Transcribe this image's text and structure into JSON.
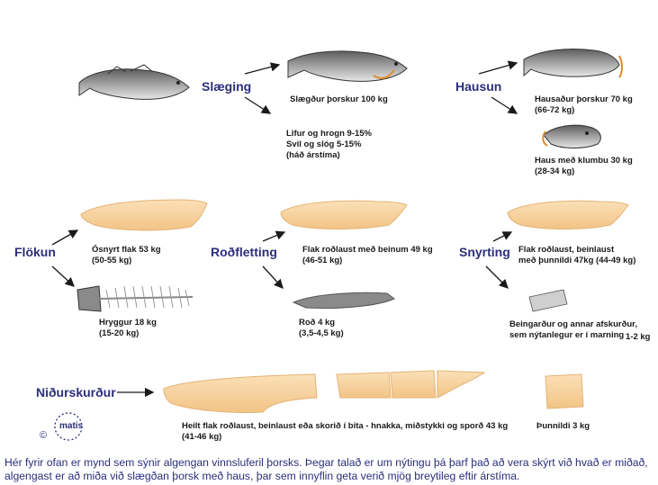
{
  "stages": {
    "slaeging": "Slæging",
    "hausun": "Hausun",
    "flokun": "Flökun",
    "rodfletting": "Roðfletting",
    "snyrting": "Snyrting",
    "nidurskurdur": "Niðurskurður"
  },
  "labels": {
    "slaegdur": "Slægður þorskur 100 kg",
    "lifur": "Lifur og hrogn 9-15%",
    "svil": "Svil og slóg 5-15%",
    "arstima": "(háð árstíma)",
    "hausadur": "Hausaður þorskur 70 kg",
    "hausadur_range": "(66-72 kg)",
    "haus": "Haus með klumbu 30 kg",
    "haus_range": "(28-34 kg)",
    "osnyrt": "Ósnyrt flak 53 kg",
    "osnyrt_range": "(50-55 kg)",
    "hryggur": "Hryggur 18 kg",
    "hryggur_range": "(15-20 kg)",
    "flak_beinum": "Flak roðlaust með beinum 49 kg",
    "flak_beinum_range": "(46-51 kg)",
    "rod": "Roð 4 kg",
    "rod_range": "(3,5-4,5 kg)",
    "flak_beinlaust": "Flak roðlaust, beinlaust",
    "flak_beinlaust_2": "með þunnildi 47kg (44-49 kg)",
    "beingardur": "Beingarður og annar afskurður,",
    "beingardur_2": "sem nýtanlegur er í marning",
    "beingardur_amt": "1-2 kg",
    "heilt_flak": "Heilt flak roðlaust, beinlaust eða skorið í bita - hnakka, miðstykki og sporð 43 kg",
    "heilt_flak_range": "(41-46 kg)",
    "thunnildi": "Þunnildi 3 kg"
  },
  "logo": {
    "copyright": "©",
    "name": "matis"
  },
  "caption": "Hér fyrir ofan er mynd sem sýnir algengan vinnsluferil þorsks. Þegar talað er um nýtingu þá þarf það að vera skýrt við hvað er miðað, algengast er að miða við slægðan þorsk með haus, þar sem innyflin geta verið mjög breytileg eftir árstíma.",
  "colors": {
    "stage_text": "#2c2e7a",
    "fillet": "#f6cf9c",
    "fish_body": "#9a9a9a",
    "skin": "#8a8a8a"
  }
}
